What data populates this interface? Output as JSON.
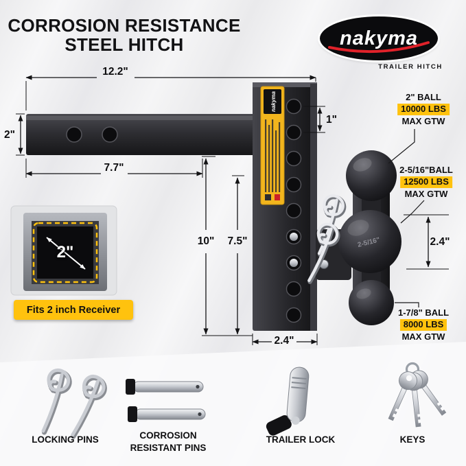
{
  "header": {
    "title_line1": "CORROSION RESISTANCE",
    "title_line2": "STEEL HITCH"
  },
  "brand": {
    "name": "nakyma",
    "tagline": "TRAILER HITCH"
  },
  "dimensions": {
    "top_width": "12.2\"",
    "shank_height": "2\"",
    "shank_length": "7.7\"",
    "drop": "10\"",
    "rise": "7.5\"",
    "hole_spacing": "1\"",
    "bottom_width": "2.4\"",
    "ball_spacing": "2.4\""
  },
  "balls": [
    {
      "size": "2\" BALL",
      "rating": "10000 LBS",
      "note": "MAX GTW"
    },
    {
      "size": "2-5/16\"BALL",
      "rating": "12500 LBS",
      "note": "MAX GTW"
    },
    {
      "size": "1-7/8\" BALL",
      "rating": "8000 LBS",
      "note": "MAX GTW"
    }
  ],
  "mount": {
    "engraving": "2-5/16\""
  },
  "receiver": {
    "size": "2\"",
    "caption": "Fits 2 inch Receiver"
  },
  "accessories": [
    {
      "label": "LOCKING PINS"
    },
    {
      "label": "CORROSION\nRESISTANT PINS"
    },
    {
      "label": "TRAILER LOCK"
    },
    {
      "label": "KEYS"
    }
  ],
  "colors": {
    "accent_yellow": "#ffc20e",
    "brand_red": "#e1222a"
  }
}
